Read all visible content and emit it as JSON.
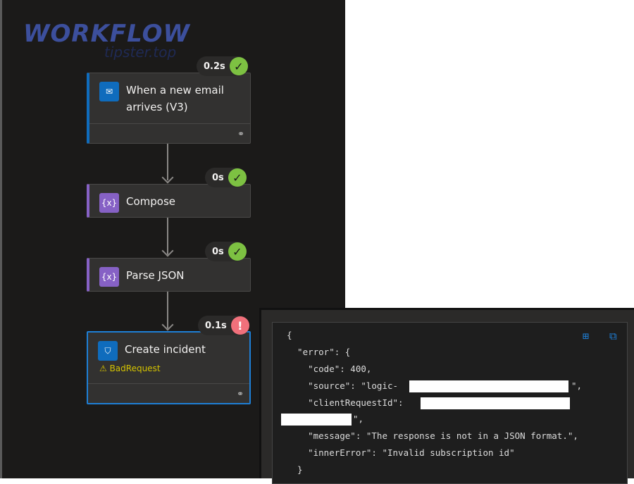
{
  "watermark": {
    "title": "WORKFLOW",
    "subtitle": "tipster.top"
  },
  "steps": [
    {
      "title": "When a new email arrives (V3)",
      "duration": "0.2s",
      "status": "success",
      "icon": "outlook-icon"
    },
    {
      "title": "Compose",
      "duration": "0s",
      "status": "success",
      "icon": "variable-icon"
    },
    {
      "title": "Parse JSON",
      "duration": "0s",
      "status": "success",
      "icon": "variable-icon"
    },
    {
      "title": "Create incident",
      "duration": "0.1s",
      "status": "failed",
      "icon": "sentinel-shield-icon",
      "error": "BadRequest"
    }
  ],
  "output": {
    "lines": [
      "{",
      "  \"error\": {",
      "    \"code\": 400,",
      "    \"source\": \"logic-",
      "\",",
      "    \"clientRequestId\": ",
      "\",",
      "    \"message\": \"The response is not in a JSON format.\",",
      "    \"innerError\": \"Invalid subscription id\"",
      "  }"
    ]
  },
  "colors": {
    "success": "#7dc142",
    "error": "#f1707b",
    "accent": "#0f6cbd",
    "warning": "#d4c300"
  }
}
